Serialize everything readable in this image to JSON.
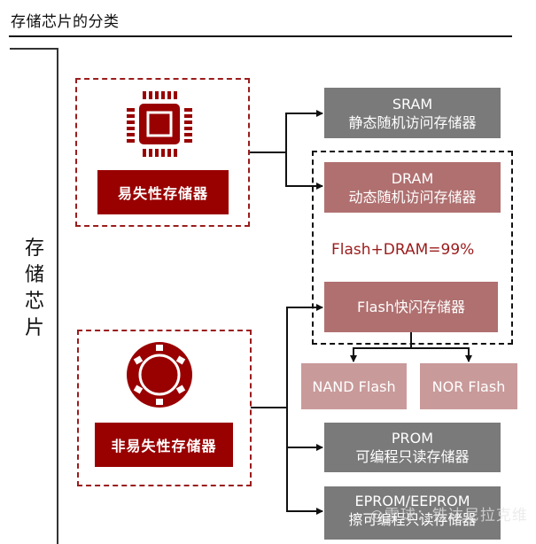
{
  "title": "存储芯片的分类",
  "root": {
    "label_chars": [
      "存",
      "储",
      "芯",
      "片"
    ]
  },
  "volatile": {
    "label": "易失性存储器",
    "icon": "chip-icon",
    "children": [
      {
        "id": "sram",
        "line1": "SRAM",
        "line2": "静态随机访问存储器"
      },
      {
        "id": "dram",
        "line1": "DRAM",
        "line2": "动态随机访问存储器"
      }
    ]
  },
  "non_volatile": {
    "label": "非易失性存储器",
    "icon": "disc-icon",
    "children": [
      {
        "id": "flash",
        "line1": "Flash快闪存储器"
      },
      {
        "id": "prom",
        "line1": "PROM",
        "line2": "可编程只读存储器"
      },
      {
        "id": "eprom",
        "line1": "EPROM/EEPROM",
        "line2": "擦可编程只读存储器"
      }
    ],
    "flash_types": [
      "NAND Flash",
      "NOR Flash"
    ]
  },
  "annotation": "Flash+DRAM=99%",
  "watermark": "雪球：铁达尼拉克维",
  "colors": {
    "brand_red": "#990000",
    "dashed_red": "#9b1c1c",
    "gray_node": "#7a7a7a",
    "rose_node": "#b07070",
    "pink_node": "#c99a9a"
  }
}
